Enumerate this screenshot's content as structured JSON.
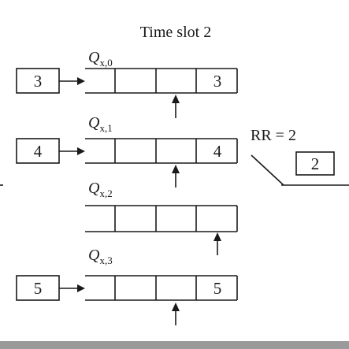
{
  "title": "Time slot 2",
  "queues": [
    {
      "label_main": "Q",
      "label_sub": "x,0",
      "input_value": "3",
      "cells": [
        "",
        "",
        "",
        "3"
      ],
      "pointer_cell": 3
    },
    {
      "label_main": "Q",
      "label_sub": "x,1",
      "input_value": "4",
      "cells": [
        "",
        "",
        "",
        "4"
      ],
      "pointer_cell": 3
    },
    {
      "label_main": "Q",
      "label_sub": "x,2",
      "input_value": "",
      "cells": [
        "",
        "",
        "",
        ""
      ],
      "pointer_cell": 4
    },
    {
      "label_main": "Q",
      "label_sub": "x,3",
      "input_value": "5",
      "cells": [
        "",
        "",
        "",
        "5"
      ],
      "pointer_cell": 3
    }
  ],
  "round_robin": {
    "label": "RR = 2",
    "output_value": "2"
  }
}
